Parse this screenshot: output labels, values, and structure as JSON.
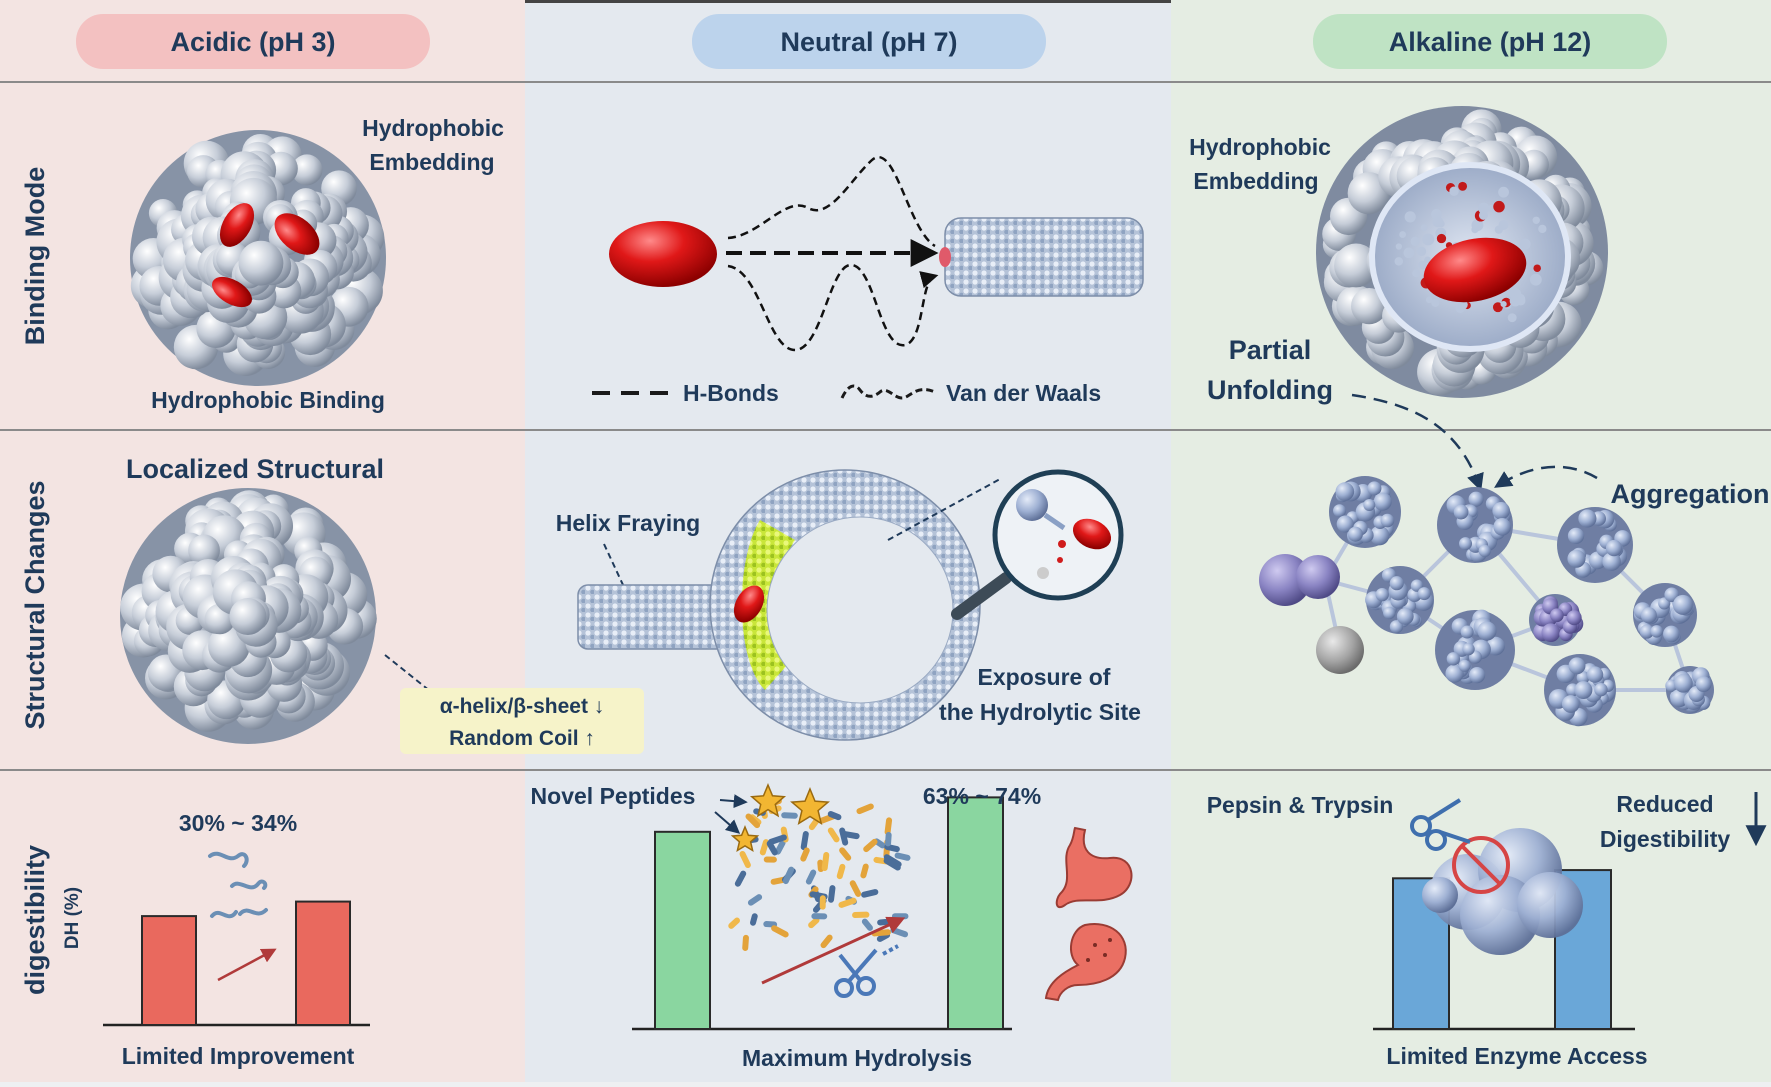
{
  "columns": {
    "acidic": "Acidic (pH 3)",
    "neutral": "Neutral (pH 7)",
    "alkaline": "Alkaline (pH 12)"
  },
  "rows": {
    "binding": "Binding Mode",
    "structural": "Structural Changes",
    "digestibility": "digestibility",
    "digestibility_axis": "DH (%)"
  },
  "binding": {
    "acidic_embedding_1": "Hydrophobic",
    "acidic_embedding_2": "Embedding",
    "acidic_binding": "Hydrophobic Binding",
    "neutral_hbonds": "H-Bonds",
    "neutral_vdw": "Van der Waals",
    "alkaline_embedding_1": "Hydrophobic",
    "alkaline_embedding_2": "Embedding",
    "alkaline_partial_1": "Partial",
    "alkaline_partial_2": "Unfolding"
  },
  "structural": {
    "acidic_title": "Localized Structural",
    "acidic_box_1": "α-helix/β-sheet ↓",
    "acidic_box_2": "Random Coil ↑",
    "neutral_fraying": "Helix Fraying",
    "neutral_exposure_1": "Exposure of",
    "neutral_exposure_2": "the Hydrolytic Site",
    "alkaline_aggregation": "Aggregation"
  },
  "digestibility": {
    "acidic_range": "30% ~ 34%",
    "acidic_caption": "Limited Improvement",
    "neutral_peptides": "Novel Peptides",
    "neutral_range": "63% ~ 74%",
    "neutral_caption": "Maximum Hydrolysis",
    "alkaline_enzymes": "Pepsin & Trypsin",
    "alkaline_reduced_1": "Reduced",
    "alkaline_reduced_2": "Digestibility",
    "alkaline_caption": "Limited Enzyme Access"
  },
  "colors": {
    "acidic_bg": "#f3e4e2",
    "neutral_bg": "#e4e9ef",
    "alkaline_bg": "#e5ede3",
    "acidic_pill": "#f3c1c1",
    "neutral_pill": "#bcd3ec",
    "alkaline_pill": "#bfe3c4",
    "acidic_bar": "#e9695e",
    "neutral_bar": "#8ad6a0",
    "alkaline_bar": "#6aa7d8",
    "ligand": "#d81c1c",
    "text": "#1f3a5a"
  },
  "chart_data": [
    {
      "type": "bar",
      "panel": "acidic",
      "ylabel": "DH (%)",
      "values": [
        30,
        34
      ],
      "title": "30% ~ 34%"
    },
    {
      "type": "bar",
      "panel": "neutral",
      "values": [
        63,
        74
      ],
      "title": "63% ~ 74%"
    },
    {
      "type": "bar",
      "panel": "alkaline",
      "values": [
        55,
        58
      ]
    }
  ]
}
